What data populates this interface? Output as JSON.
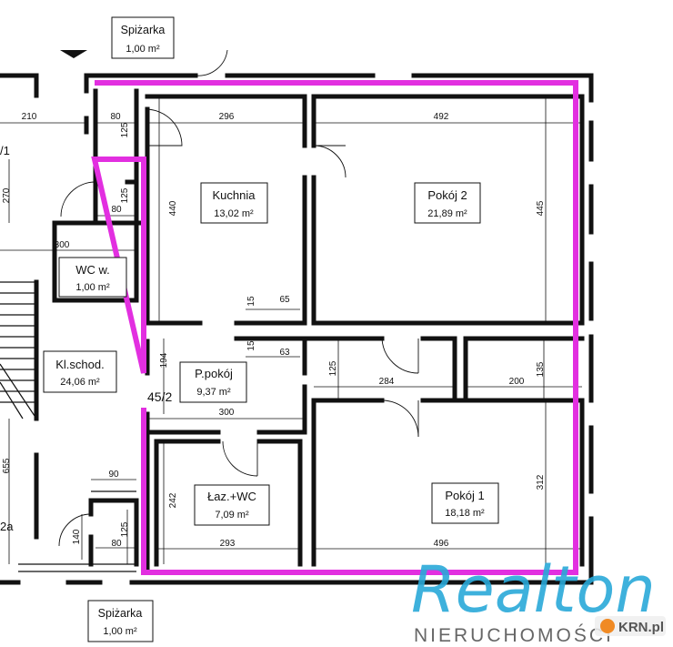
{
  "rooms": {
    "spizarka_top": {
      "name": "Spiżarka",
      "area": "1,00 m²"
    },
    "kuchnia": {
      "name": "Kuchnia",
      "area": "13,02 m²"
    },
    "pokoj2": {
      "name": "Pokój 2",
      "area": "21,89 m²"
    },
    "wc": {
      "name": "WC w.",
      "area": "1,00 m²"
    },
    "klatka": {
      "name": "Kl.schod.",
      "area": "24,06 m²"
    },
    "ppokoj": {
      "name": "P.pokój",
      "area": "9,37 m²"
    },
    "lazienka": {
      "name": "Łaz.+WC",
      "area": "7,09 m²"
    },
    "pokoj1": {
      "name": "Pokój 1",
      "area": "18,18 m²"
    },
    "spizarka_bottom": {
      "name": "Spiżarka",
      "area": "1,00 m²"
    }
  },
  "unit_number": "45/2",
  "partial_labels": {
    "left_top": "/1",
    "left_bottom": "2a"
  },
  "dimensions": {
    "d210": "210",
    "d80a": "80",
    "d125a": "125",
    "d296": "296",
    "d492": "492",
    "d270": "270",
    "d125b": "125",
    "d80b": "80",
    "d440": "440",
    "d445": "445",
    "d300a": "300",
    "d15a": "15",
    "d65": "65",
    "d15b": "15",
    "d63": "63",
    "d194": "194",
    "d125c": "125",
    "d284": "284",
    "d200": "200",
    "d135": "135",
    "d300b": "300",
    "d655": "655",
    "d90": "90",
    "d242": "242",
    "d312": "312",
    "d140": "140",
    "d125d": "125",
    "d80c": "80",
    "d293": "293",
    "d496": "496"
  },
  "watermark": {
    "brand": "Realton",
    "sub": "NIERUCHOMOŚCI",
    "portal": "KRN.pl"
  },
  "colors": {
    "outline": "#e22fe0",
    "brand": "#29a9d8",
    "walls": "#111111"
  }
}
